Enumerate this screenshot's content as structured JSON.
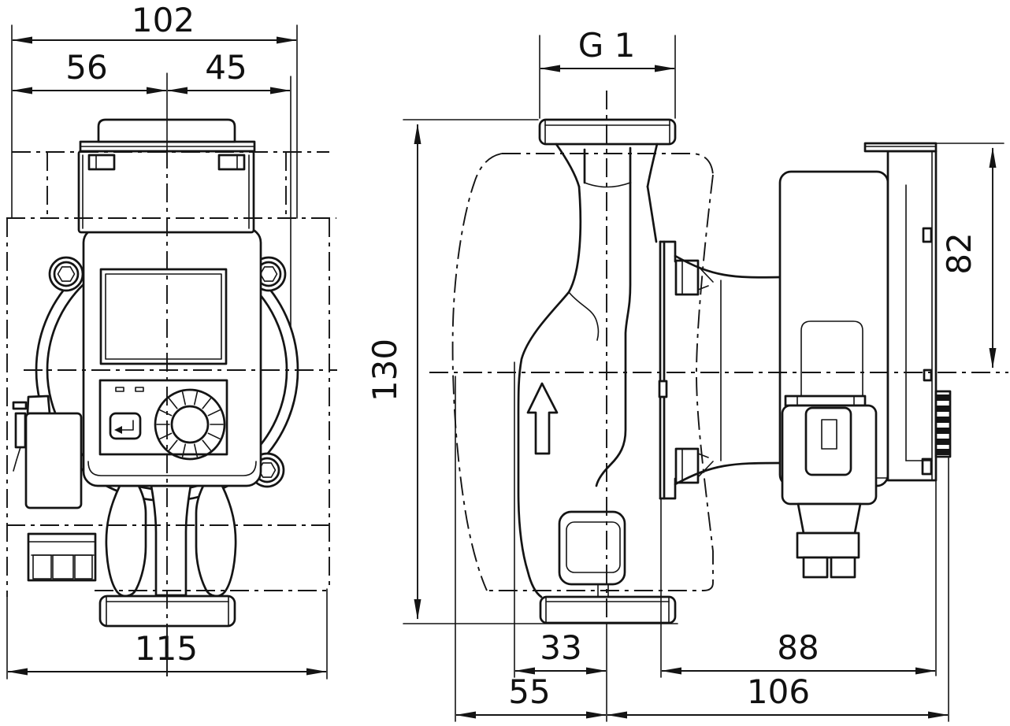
{
  "drawing": {
    "front_view": {
      "dim_overall_width": "102",
      "dim_center_to_left": "56",
      "dim_center_to_right": "45",
      "dim_envelope_width": "115"
    },
    "side_view": {
      "dim_port_thread": "G 1",
      "dim_port_length": "130",
      "dim_height_above_axis": "82",
      "dim_body_to_axis": "33",
      "dim_axis_to_front": "88",
      "dim_rear_depth": "55",
      "dim_total_depth": "106"
    }
  }
}
